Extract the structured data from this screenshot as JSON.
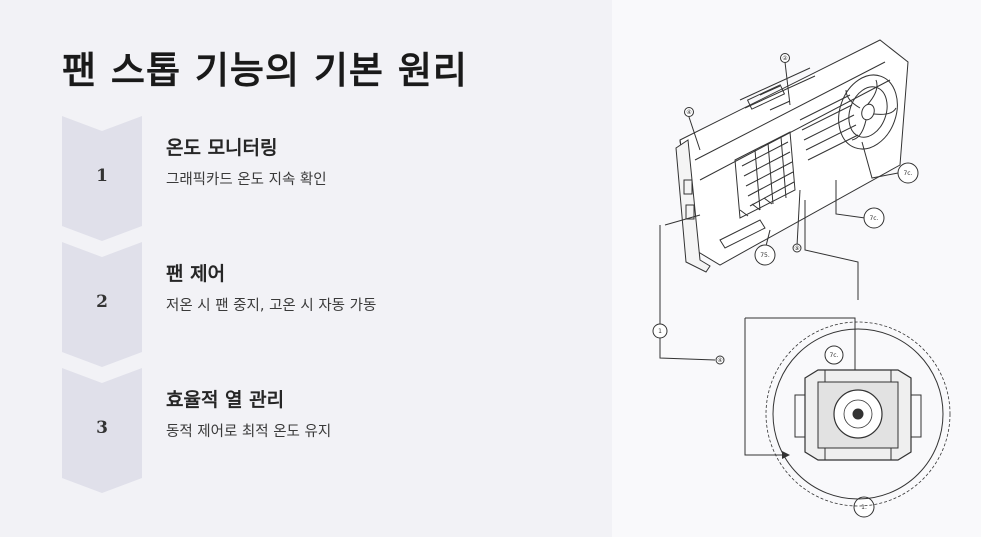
{
  "slide": {
    "title": "팬 스톱 기능의 기본 원리",
    "steps": [
      {
        "number": "1",
        "title": "온도 모니터링",
        "description": "그래픽카드 온도 지속 확인"
      },
      {
        "number": "2",
        "title": "팬 제어",
        "description": "저온 시 팬 중지, 고온 시 자동 가동"
      },
      {
        "number": "3",
        "title": "효율적 열 관리",
        "description": "동적 제어로 최적 온도 유지"
      }
    ]
  },
  "illustration": {
    "callouts": [
      "②",
      "④",
      "7c.",
      "7c.",
      "75.",
      "⑨",
      "1",
      "④",
      "7c.",
      "1."
    ]
  },
  "colors": {
    "left_background": "#f2f2f6",
    "right_background": "#f9f9fb",
    "chevron": "#e0e0ea",
    "title_text": "#1a1a1a",
    "line_art": "#333333"
  }
}
